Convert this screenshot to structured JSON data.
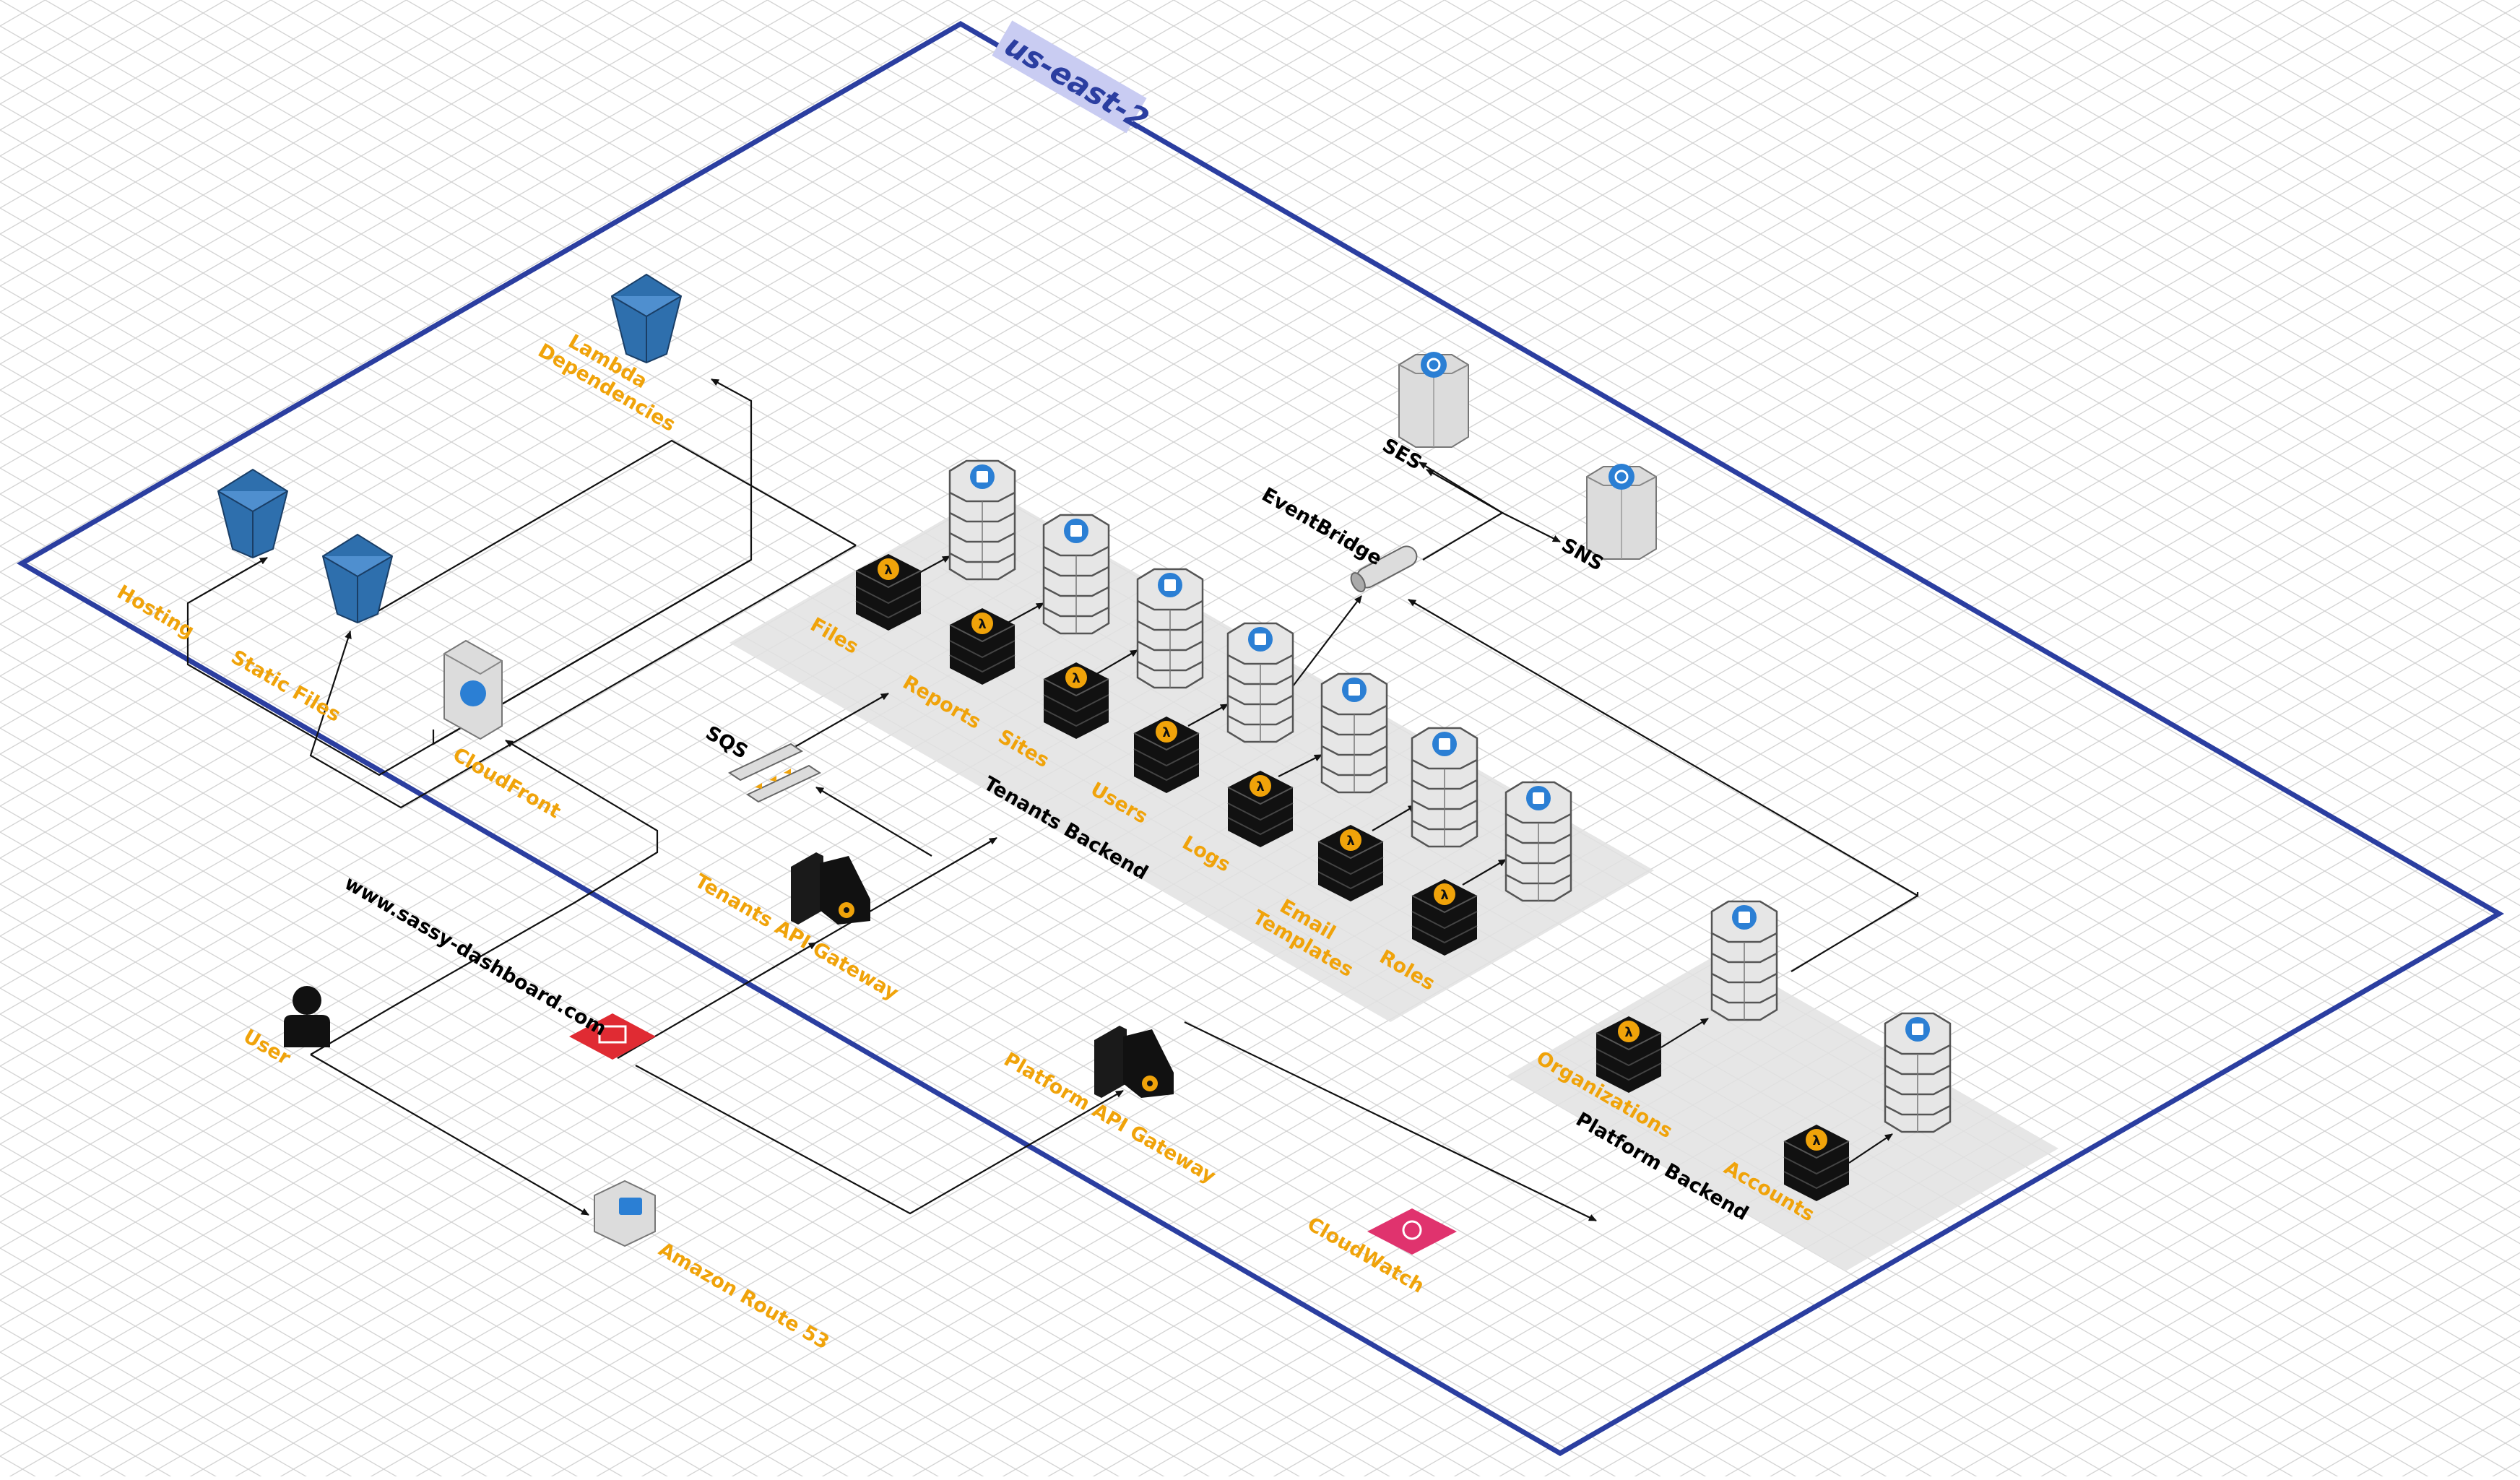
{
  "region": {
    "label": "us-east-2"
  },
  "buckets": {
    "lambda": "Lambda\nDependencies",
    "hosting": "Hosting",
    "static": "Static Files"
  },
  "edge": {
    "cloudfront": "CloudFront",
    "domain": "www.sassy-dashboard.com",
    "user": "User",
    "route53": "Amazon Route 53"
  },
  "tenants": {
    "sqs": "SQS",
    "api_gateway": "Tenants API Gateway",
    "backend": "Tenants Backend",
    "services": [
      "Files",
      "Reports",
      "Sites",
      "Users",
      "Logs",
      "Email\nTemplates",
      "Roles"
    ]
  },
  "platform": {
    "api_gateway": "Platform API Gateway",
    "backend": "Platform Backend",
    "services": [
      "Organizations",
      "Accounts"
    ],
    "cloudwatch": "CloudWatch"
  },
  "messaging": {
    "eventbridge": "EventBridge",
    "ses": "SES",
    "sns": "SNS"
  },
  "colors": {
    "region_border": "#2b3ea0",
    "region_tag": "#c9ccf2",
    "label": "#f0a30a",
    "bucket": "#2e6fad",
    "lambda_badge": "#f0a30a",
    "dynamo_badge": "#2b7fd4",
    "router": "#e02b33",
    "cloudwatch": "#e0336e"
  }
}
